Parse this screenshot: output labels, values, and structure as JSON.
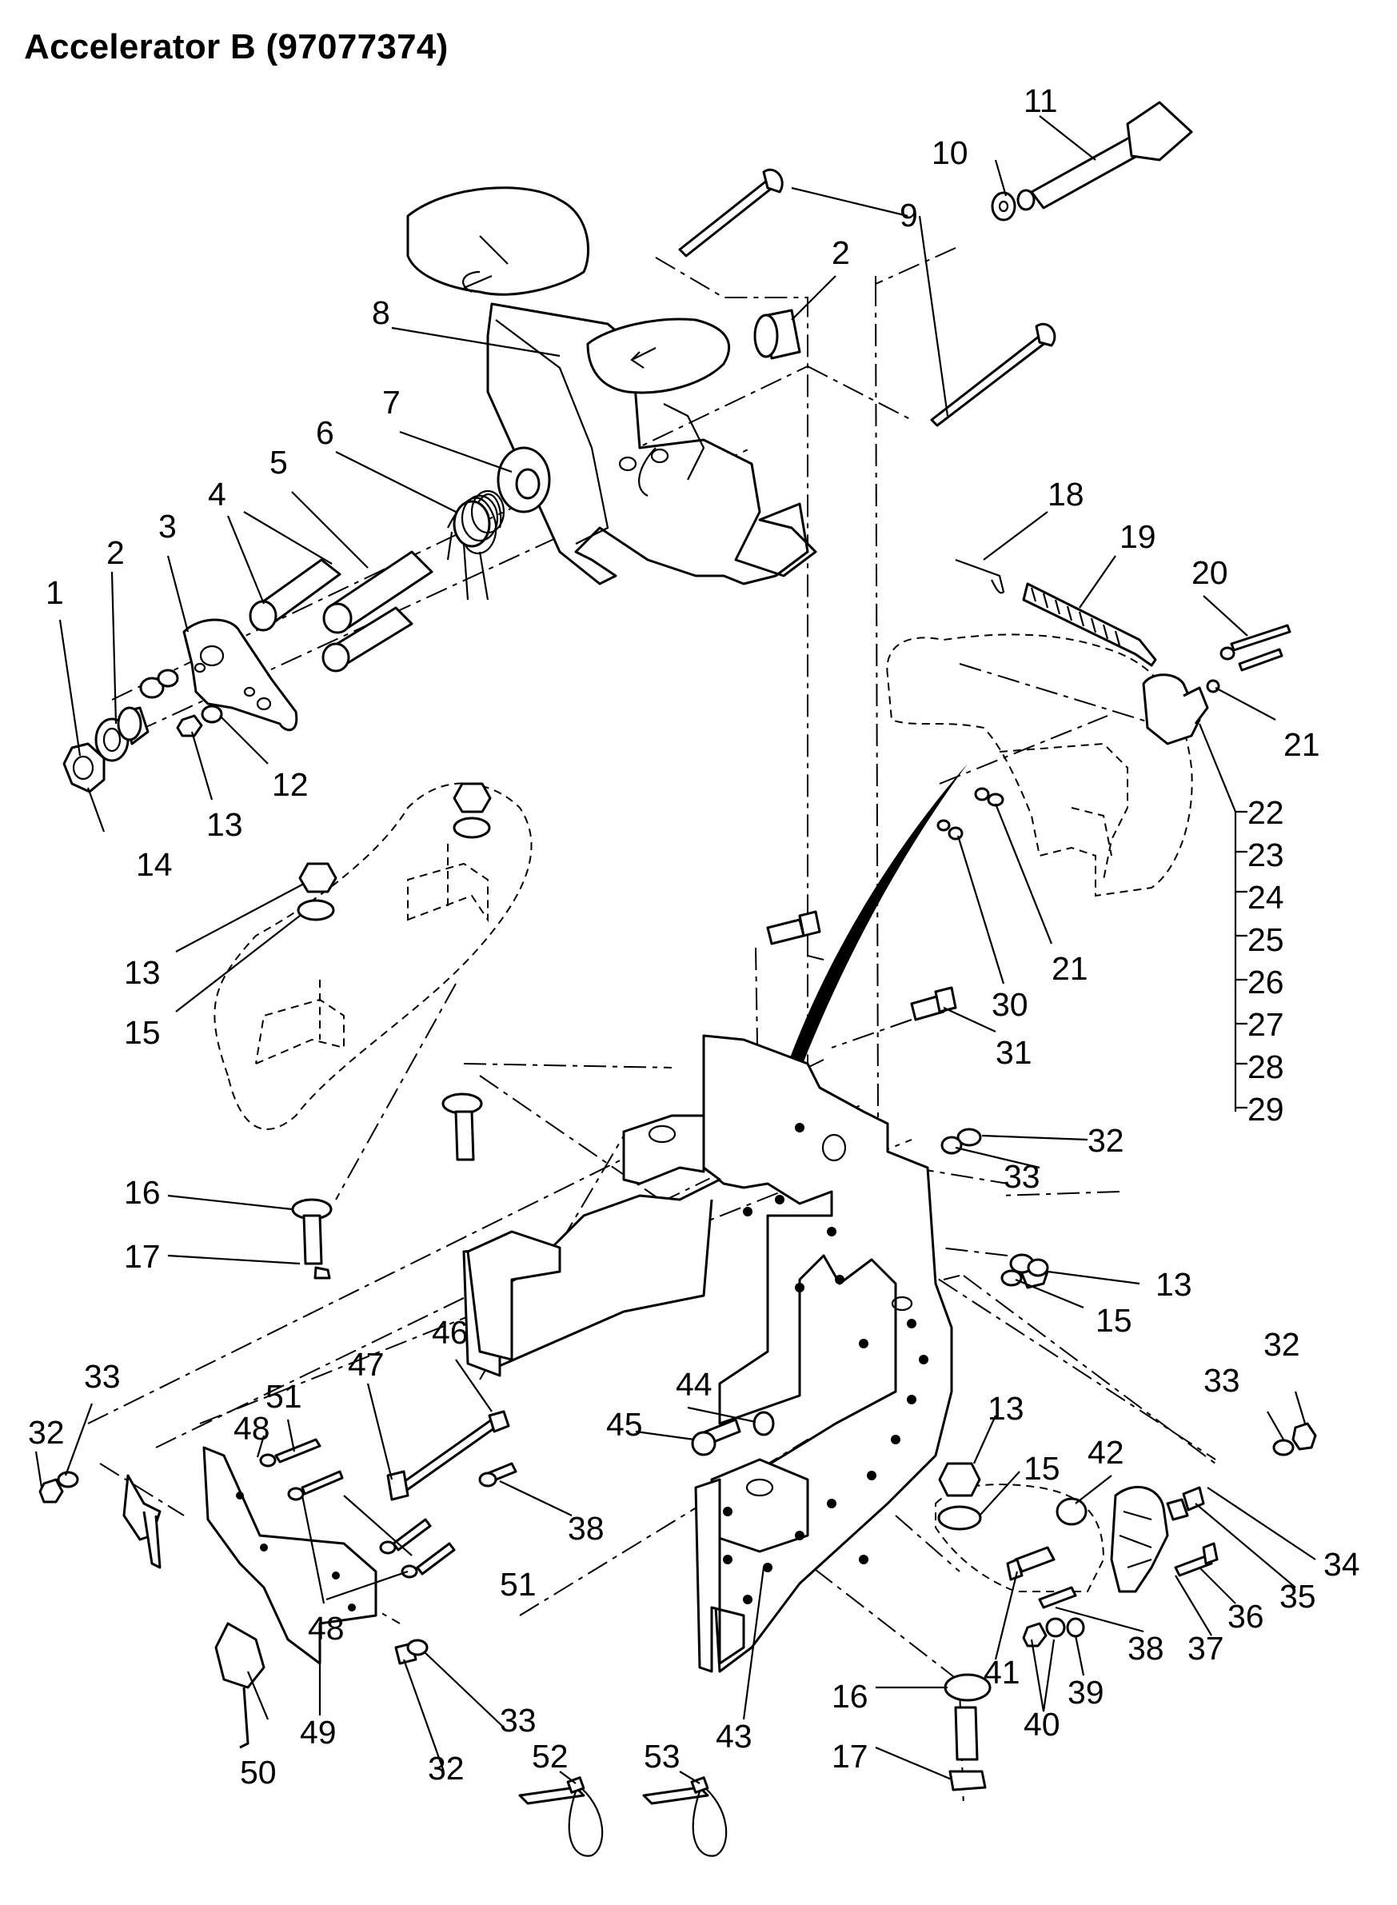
{
  "title": "Accelerator B (97077374)",
  "callouts": [
    {
      "id": "c1",
      "text": "1"
    },
    {
      "id": "c2a",
      "text": "2"
    },
    {
      "id": "c2b",
      "text": "2"
    },
    {
      "id": "c3",
      "text": "3"
    },
    {
      "id": "c4",
      "text": "4"
    },
    {
      "id": "c5",
      "text": "5"
    },
    {
      "id": "c6",
      "text": "6"
    },
    {
      "id": "c7",
      "text": "7"
    },
    {
      "id": "c8",
      "text": "8"
    },
    {
      "id": "c9",
      "text": "9"
    },
    {
      "id": "c10",
      "text": "10"
    },
    {
      "id": "c11",
      "text": "11"
    },
    {
      "id": "c12",
      "text": "12"
    },
    {
      "id": "c13a",
      "text": "13"
    },
    {
      "id": "c13b",
      "text": "13"
    },
    {
      "id": "c13c",
      "text": "13"
    },
    {
      "id": "c13d",
      "text": "13"
    },
    {
      "id": "c14",
      "text": "14"
    },
    {
      "id": "c15a",
      "text": "15"
    },
    {
      "id": "c15b",
      "text": "15"
    },
    {
      "id": "c15c",
      "text": "15"
    },
    {
      "id": "c16a",
      "text": "16"
    },
    {
      "id": "c16b",
      "text": "16"
    },
    {
      "id": "c17a",
      "text": "17"
    },
    {
      "id": "c17b",
      "text": "17"
    },
    {
      "id": "c18",
      "text": "18"
    },
    {
      "id": "c19",
      "text": "19"
    },
    {
      "id": "c20",
      "text": "20"
    },
    {
      "id": "c21a",
      "text": "21"
    },
    {
      "id": "c21b",
      "text": "21"
    },
    {
      "id": "c22",
      "text": "22"
    },
    {
      "id": "c23",
      "text": "23"
    },
    {
      "id": "c24",
      "text": "24"
    },
    {
      "id": "c25",
      "text": "25"
    },
    {
      "id": "c26",
      "text": "26"
    },
    {
      "id": "c27",
      "text": "27"
    },
    {
      "id": "c28",
      "text": "28"
    },
    {
      "id": "c29",
      "text": "29"
    },
    {
      "id": "c30",
      "text": "30"
    },
    {
      "id": "c31",
      "text": "31"
    },
    {
      "id": "c32a",
      "text": "32"
    },
    {
      "id": "c32b",
      "text": "32"
    },
    {
      "id": "c32c",
      "text": "32"
    },
    {
      "id": "c32d",
      "text": "32"
    },
    {
      "id": "c33a",
      "text": "33"
    },
    {
      "id": "c33b",
      "text": "33"
    },
    {
      "id": "c33c",
      "text": "33"
    },
    {
      "id": "c33d",
      "text": "33"
    },
    {
      "id": "c34",
      "text": "34"
    },
    {
      "id": "c35",
      "text": "35"
    },
    {
      "id": "c36",
      "text": "36"
    },
    {
      "id": "c37",
      "text": "37"
    },
    {
      "id": "c38a",
      "text": "38"
    },
    {
      "id": "c38b",
      "text": "38"
    },
    {
      "id": "c39",
      "text": "39"
    },
    {
      "id": "c40",
      "text": "40"
    },
    {
      "id": "c41",
      "text": "41"
    },
    {
      "id": "c42",
      "text": "42"
    },
    {
      "id": "c43",
      "text": "43"
    },
    {
      "id": "c44",
      "text": "44"
    },
    {
      "id": "c45",
      "text": "45"
    },
    {
      "id": "c46",
      "text": "46"
    },
    {
      "id": "c47",
      "text": "47"
    },
    {
      "id": "c48a",
      "text": "48"
    },
    {
      "id": "c48b",
      "text": "48"
    },
    {
      "id": "c49",
      "text": "49"
    },
    {
      "id": "c50",
      "text": "50"
    },
    {
      "id": "c51a",
      "text": "51"
    },
    {
      "id": "c51b",
      "text": "51"
    },
    {
      "id": "c52",
      "text": "52"
    },
    {
      "id": "c53",
      "text": "53"
    }
  ]
}
